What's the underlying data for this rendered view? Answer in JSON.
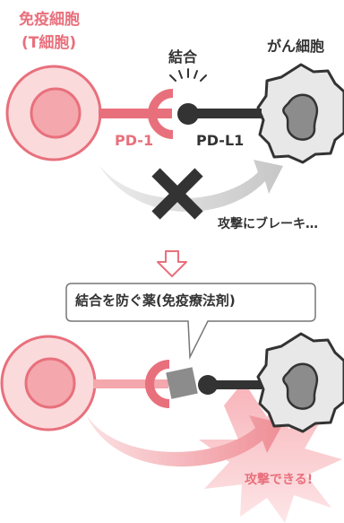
{
  "labels": {
    "immune_cell": "免疫細胞",
    "t_cell": "(T細胞)",
    "binding": "結合",
    "cancer_cell": "がん細胞",
    "pd1": "PD-1",
    "pdl1": "PD-L1",
    "brake": "攻撃にブレーキ…",
    "drug_box": "結合を防ぐ薬(免疫療法剤)",
    "attack": "攻撃できる!"
  },
  "colors": {
    "pink": "#e8707c",
    "pink_light": "#f4a7ac",
    "pink_fill": "#fbdadc",
    "dark": "#333333",
    "gray": "#8c8c8c",
    "cancer_fill": "#e8e8e8",
    "arrow_gray": "#d2d2d2"
  },
  "icons": [
    "cross-icon",
    "down-arrow-icon",
    "burst-icon"
  ]
}
